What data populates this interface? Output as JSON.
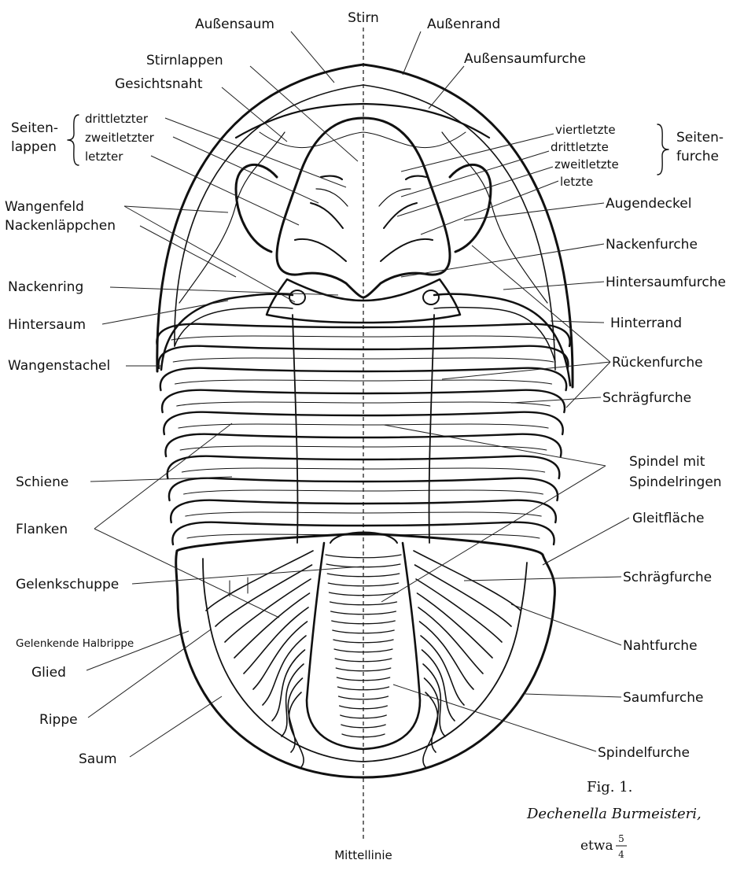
{
  "top_labels": {
    "stirn": "Stirn",
    "aussensaum": "Außensaum",
    "aussenrand": "Außenrand",
    "stirnlappen": "Stirnlappen",
    "aussensaumfurche": "Außensaumfurche",
    "gesichtsnaht": "Gesichtsnaht"
  },
  "left_group": {
    "title_line1": "Seiten-",
    "title_line2": "lappen",
    "items": [
      "drittletzter",
      "zweitletzter",
      "letzter"
    ]
  },
  "right_group": {
    "items": [
      "viertletzte",
      "drittletzte",
      "zweitletzte",
      "letzte"
    ],
    "title_line1": "Seiten-",
    "title_line2": "furche"
  },
  "left_labels": {
    "wangenfeld": "Wangenfeld",
    "nackenlaeppchen": "Nackenläppchen",
    "nackenring": "Nackenring",
    "hintersaum": "Hintersaum",
    "wangenstachel": "Wangenstachel",
    "schiene": "Schiene",
    "flanken": "Flanken",
    "gelenkschuppe": "Gelenkschuppe",
    "gelenkende_halbrippe": "Gelenkende Halbrippe",
    "glied": "Glied",
    "rippe": "Rippe",
    "saum": "Saum"
  },
  "right_labels": {
    "augendeckel": "Augendeckel",
    "nackenfurche": "Nackenfurche",
    "hintersaumfurche": "Hintersaumfurche",
    "hinterrand": "Hinterrand",
    "rueckenfurche": "Rückenfurche",
    "schraegfurche_1": "Schrägfurche",
    "spindel_line1": "Spindel mit",
    "spindel_line2": "Spindelringen",
    "gleitflaeche": "Gleitfläche",
    "schraegfurche_2": "Schrägfurche",
    "nahtfurche": "Nahtfurche",
    "saumfurche": "Saumfurche",
    "spindelfurche": "Spindelfurche"
  },
  "bottom": {
    "mittellinie": "Mittellinie"
  },
  "caption": {
    "fig": "Fig. 1.",
    "species": "Dechenella Burmeisteri,",
    "scale_prefix": "etwa",
    "scale_num": "5",
    "scale_den": "4"
  }
}
